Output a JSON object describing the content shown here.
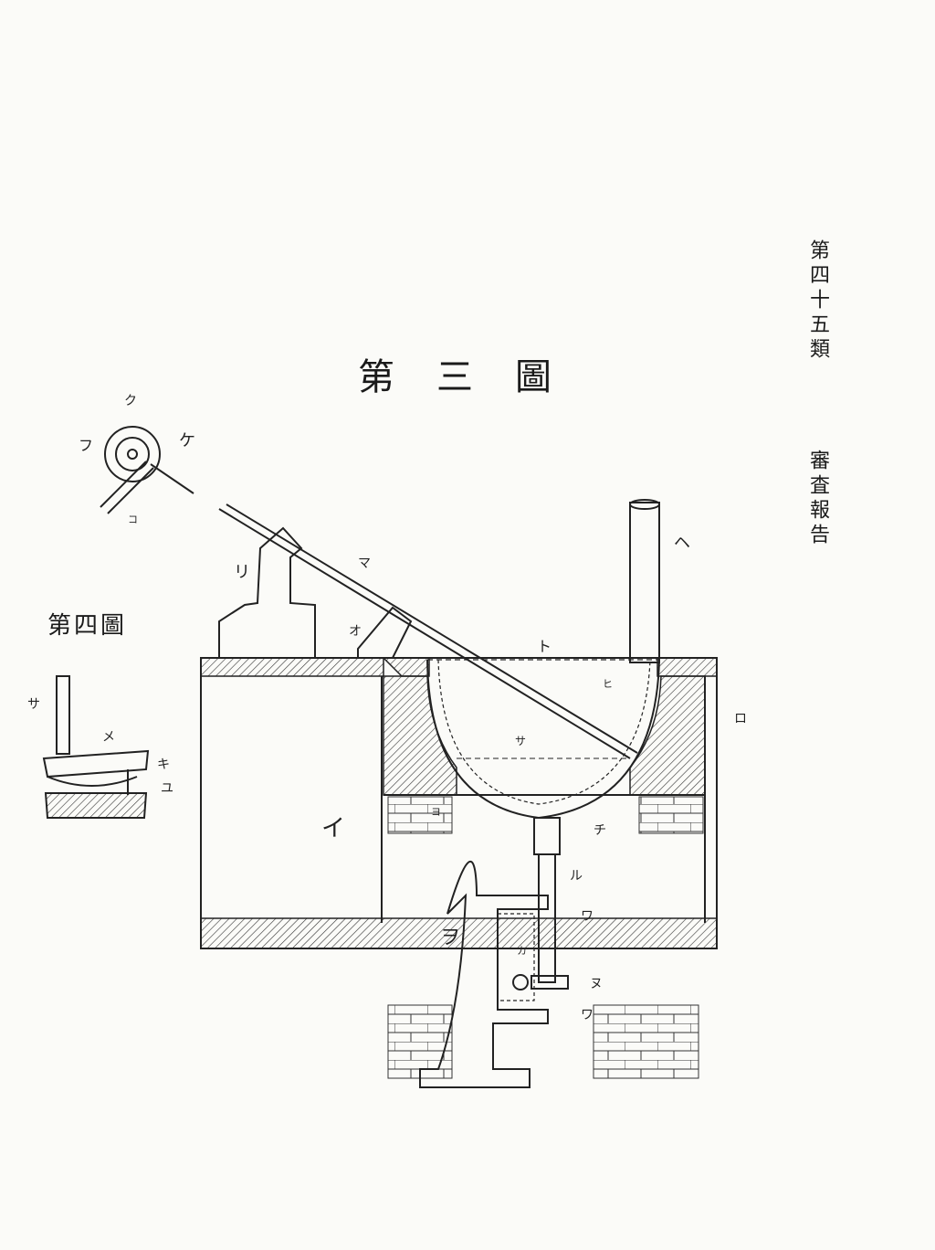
{
  "figure3": {
    "title": "第三圖",
    "labels": {
      "i": "イ",
      "ro": "ロ",
      "he": "ヘ",
      "to": "ト",
      "chi": "チ",
      "ri": "リ",
      "nu": "ヌ",
      "ru": "ル",
      "wo": "ヲ",
      "wa_upper": "ワ",
      "wa_lower": "ワ",
      "ka": "カ",
      "yo": "ヨ",
      "hi": "ヒ",
      "sa": "サ",
      "ma": "マ",
      "o": "オ",
      "ku": "ク",
      "ke": "ケ",
      "fu": "フ",
      "ko": "コ"
    }
  },
  "figure4": {
    "title": "第四圖",
    "labels": {
      "sa": "サ",
      "me": "メ",
      "ki": "キ",
      "yu": "ユ"
    }
  },
  "side_caption": {
    "category": "第四十五類",
    "report": "審査報告"
  }
}
